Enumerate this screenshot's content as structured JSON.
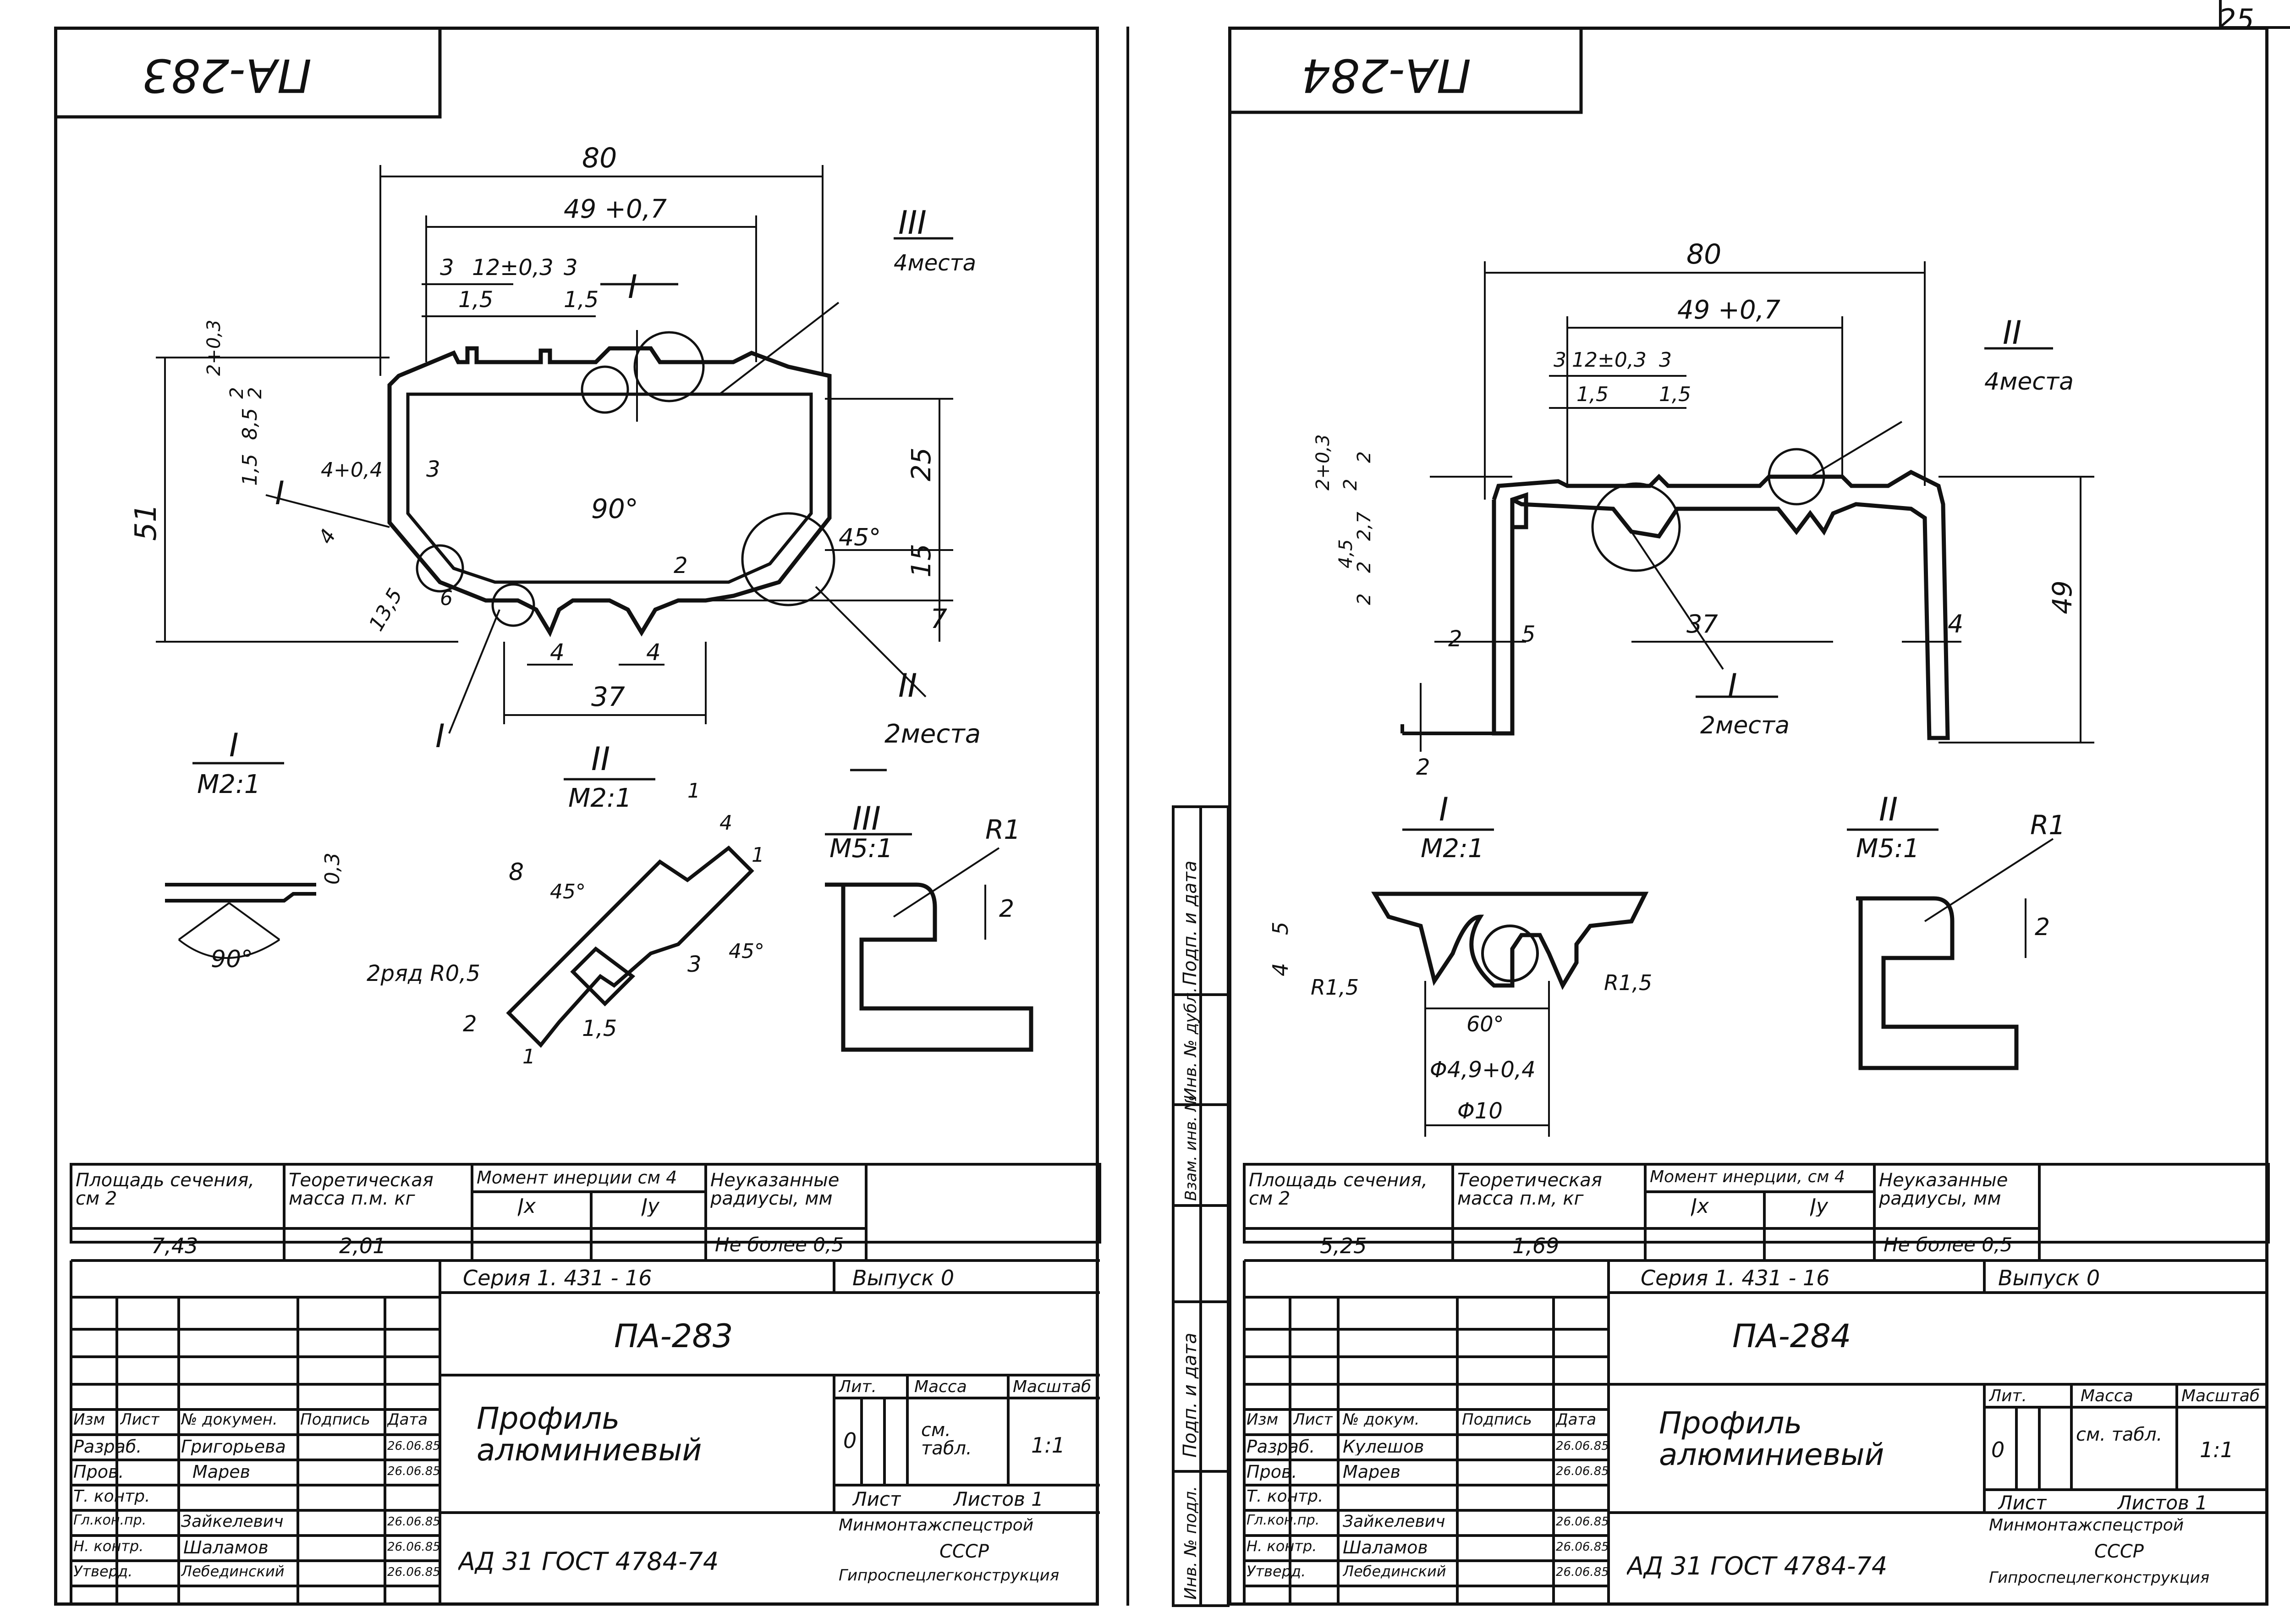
{
  "page_number": "25",
  "left": {
    "code_top": "ПА-283",
    "dims": {
      "w80": "80",
      "w49": "49 +0,7",
      "d3a": "3",
      "d12": "12±0,3",
      "d3b": "3",
      "d15a": "1,5",
      "d15b": "1,5",
      "lab2p03": "2+0,3",
      "lab2a": "2",
      "lab2b": "2",
      "lab85": "8,5",
      "lab15": "1,5",
      "lab4p04": "4+0,4",
      "lab3": "3",
      "lab51": "51",
      "lab25": "25",
      "lab15r": "15",
      "lab7": "7",
      "ang90": "90°",
      "ang45": "45°",
      "lab2m": "2",
      "lab4a": "4",
      "lab4b": "4",
      "lab37": "37",
      "lab6": "6",
      "lab135": "13,5",
      "lab4l": "4"
    },
    "callouts": {
      "I_a": "I",
      "I_b": "I",
      "I_c": "I",
      "II_a": "II",
      "II_places": "2места",
      "III_a": "III",
      "III_places": "4места"
    },
    "details": {
      "d1_title": "I",
      "d1_scale": "M2:1",
      "d1_03": "0,3",
      "d1_90": "90°",
      "d2_title": "II",
      "d2_scale": "M2:1",
      "d2_8": "8",
      "d2_45a": "45°",
      "d2_45b": "45°",
      "d2_r": "2ряд R0,5",
      "d2_2": "2",
      "d2_3": "3",
      "d2_15": "1,5",
      "d2_1a": "1",
      "d2_4": "4",
      "d2_1b": "1",
      "d2_1c": "1",
      "d3_title": "III",
      "d3_scale": "M5:1",
      "d3_r1": "R1",
      "d3_2": "2"
    },
    "props": {
      "h_area": "Площадь сечения, см 2",
      "h_mass": "Теоретическая масса п.м. кг",
      "h_inertia": "Момент инерции см 4",
      "h_ix": "Jx",
      "h_iy": "Jy",
      "h_radii": "Неуказанные радиусы, мм",
      "v_area": "7,43",
      "v_mass": "2,01",
      "v_radii": "Не более 0,5"
    },
    "stamp": {
      "series": "Серия 1. 431 - 16",
      "issue": "Выпуск 0",
      "code": "ПА-283",
      "title": "Профиль алюминиевый",
      "h_izm": "Изм",
      "h_list": "Лист",
      "h_doc": "№ докумен.",
      "h_sign": "Подпись",
      "h_date": "Дата",
      "r1": "Разраб.",
      "n1": "Григорьева",
      "dt1": "26.06.85",
      "r2": "Пров.",
      "n2": "Марев",
      "dt2": "26.06.85",
      "r3": "Т. контр.",
      "r4": "Гл.кон.пр.",
      "n4": "Зайкелевич",
      "dt4": "26.06.85",
      "r5": "Н. контр.",
      "n5": "Шаламов",
      "dt5": "26.06.85",
      "r6": "Утверд.",
      "n6": "Лебединский",
      "dt6": "26.06.85",
      "lit": "Лит.",
      "mass": "Масса",
      "scale": "Масштаб",
      "lit_v": "0",
      "mass_v": "см. табл.",
      "scale_v": "1:1",
      "sheet": "Лист",
      "sheets": "Листов 1",
      "material": "АД 31  ГОСТ 4784-74",
      "org1": "Минмонтажспецстрой",
      "org2": "СССР",
      "org3": "Гипроспецлегконструкция"
    }
  },
  "right": {
    "code_top": "ПА-284",
    "dims": {
      "w80": "80",
      "w49": "49 +0,7",
      "d3a": "3",
      "d12": "12±0,3",
      "d3b": "3",
      "d15a": "1,5",
      "d15b": "1,5",
      "lab2p03": "2+0,3",
      "lab2a": "2",
      "lab2b": "2",
      "lab27": "2,7",
      "lab45": "4,5",
      "lab2c": "2",
      "lab2d": "2",
      "lab2e": "2",
      "lab5": "5",
      "lab37": "37",
      "lab4": "4",
      "lab49": "49",
      "lab2bot": "2"
    },
    "callouts": {
      "I_a": "I",
      "I_places": "2места",
      "II_a": "II",
      "II_places": "4места"
    },
    "details": {
      "d1_title": "I",
      "d1_scale": "M2:1",
      "d1_5": "5",
      "d1_4": "4",
      "d1_r15a": "R1,5",
      "d1_r15b": "R1,5",
      "d1_60": "60°",
      "d1_phi49": "Φ4,9+0,4",
      "d1_phi10": "Φ10",
      "d2_title": "II",
      "d2_scale": "M5:1",
      "d2_r1": "R1",
      "d2_2": "2"
    },
    "props": {
      "h_area": "Площадь сечения, см 2",
      "h_mass": "Теоретическая масса п.м, кг",
      "h_inertia": "Момент инерции, см 4",
      "h_ix": "Jx",
      "h_iy": "Jy",
      "h_radii": "Неуказанные радиусы, мм",
      "v_area": "5,25",
      "v_mass": "1,69",
      "v_radii": "Не более 0,5"
    },
    "stamp": {
      "series": "Серия 1. 431 - 16",
      "issue": "Выпуск 0",
      "code": "ПА-284",
      "title": "Профиль алюминиевый",
      "h_izm": "Изм",
      "h_list": "Лист",
      "h_doc": "№ докум.",
      "h_sign": "Подпись",
      "h_date": "Дата",
      "r1": "Разраб.",
      "n1": "Кулешов",
      "dt1": "26.06.85",
      "r2": "Пров.",
      "n2": "Марев",
      "dt2": "26.06.85",
      "r3": "Т. контр.",
      "r4": "Гл.кон.пр.",
      "n4": "Зайкелевич",
      "dt4": "26.06.85",
      "r5": "Н. контр.",
      "n5": "Шаламов",
      "dt5": "26.06.85",
      "r6": "Утверд.",
      "n6": "Лебединский",
      "dt6": "26.06.85",
      "lit": "Лит.",
      "mass": "Масса",
      "scale": "Масштаб",
      "lit_v": "0",
      "mass_v": "см. табл.",
      "scale_v": "1:1",
      "sheet": "Лист",
      "sheets": "Листов 1",
      "material": "АД 31  ГОСТ 4784-74",
      "org1": "Минмонтажспецстрой",
      "org2": "СССР",
      "org3": "Гипроспецлегконструкция"
    }
  },
  "side": {
    "s1": "Подп. и дата",
    "s2": "Инв. № дубл.",
    "s3": "Взам. инв. №",
    "s4": "Подп. и дата",
    "s5": "Инв. № подл."
  }
}
